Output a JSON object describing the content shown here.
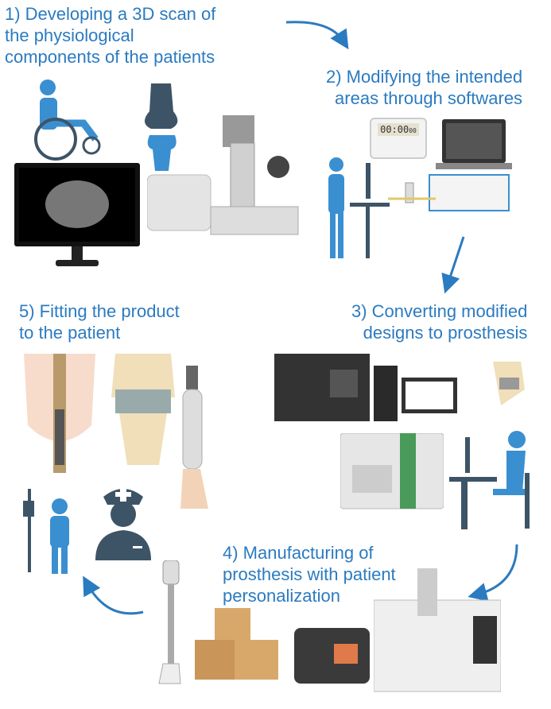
{
  "steps": [
    {
      "label": "1) Developing a 3D scan of\nthe physiological\ncomponents of the patients"
    },
    {
      "label": "2) Modifying the intended\nareas through softwares"
    },
    {
      "label": "3) Converting modified\ndesigns to prosthesis"
    },
    {
      "label": "4) Manufacturing of\nprosthesis with patient\npersonalization"
    },
    {
      "label": "5) Fitting the product\nto the patient"
    }
  ],
  "timer": {
    "display": "00:00",
    "sub": "00"
  },
  "colors": {
    "text": "#2b7bc0",
    "arrow": "#2b7bc0",
    "figure": "#3a8fd0",
    "dark": "#3d5467",
    "bone": "#f0dfb8"
  }
}
